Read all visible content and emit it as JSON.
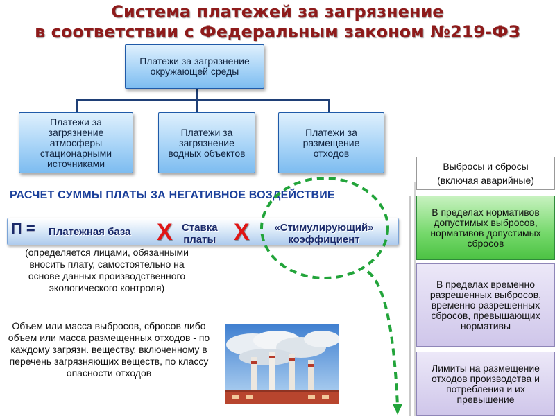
{
  "title": {
    "line1": "Система платежей за загрязнение",
    "line2": "в соответствии с Федеральным законом №219-ФЗ"
  },
  "tree": {
    "root": "Платежи за загрязнение окружающей среды",
    "children": [
      "Платежи за загрязнение атмосферы стационарными источниками",
      "Платежи за загрязнение водных объектов",
      "Платежи за размещение отходов"
    ]
  },
  "subheading": "РАСЧЕТ  СУММЫ ПЛАТЫ ЗА НЕГАТИВНОЕ ВОЗДЕЙСТВИЕ",
  "formula": {
    "lhs": "П =",
    "base": "Платежная база",
    "mult1": "Х",
    "rate_line1": "Ставка",
    "rate_line2": "платы",
    "mult2": "Х",
    "coef_line1": "«Стимулирующий»",
    "coef_line2": "коэффициент"
  },
  "notes": {
    "base_note": "(определяется лицами, обязанными вносить плату, самостоятельно на основе данных производственного экологического контроля)",
    "volume_note": "Объем или масса выбросов, сбросов либо объем или масса размещенных отходов - по каждому загрязн. веществу, включенному в перечень загрязняющих веществ, по классу опасности отходов"
  },
  "right_panel": {
    "header": "Выбросы и сбросы (включая аварийные)",
    "box1": "В пределах нормативов допустимых выбросов, нормативов допустимых сбросов",
    "box2": "В пределах временно разрешенных выбросов, временно разрешенных сбросов, превышающих нормативы",
    "box3": "Лимиты на размещение отходов производства и потребления и их превышение"
  },
  "colors": {
    "title": "#8e1b1b",
    "box_border": "#1f5aa8",
    "subheading": "#1a3f9a",
    "multiply": "#e01515",
    "green_box": "#4cc243",
    "dashed_arrow": "#22a43a"
  }
}
